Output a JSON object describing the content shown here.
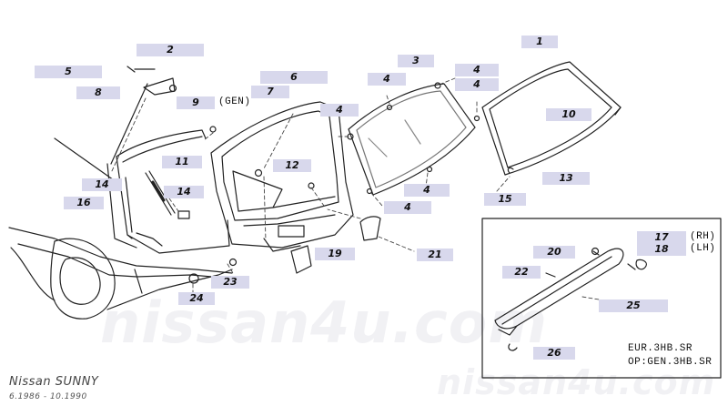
{
  "watermark": "nissan4u.com",
  "vehicle": {
    "model": "Nissan SUNNY",
    "dates": "6.1986 - 10.1990"
  },
  "notes": {
    "gen": "(GEN)",
    "rh": "(RH)",
    "lh": "(LH)",
    "variant_a": "EUR.3HB.SR",
    "variant_b": "OP:GEN.3HB.SR"
  },
  "callouts": [
    {
      "id": "c1",
      "text": "1"
    },
    {
      "id": "c2",
      "text": "2"
    },
    {
      "id": "c3",
      "text": "3"
    },
    {
      "id": "c4a",
      "text": "4"
    },
    {
      "id": "c4b",
      "text": "4"
    },
    {
      "id": "c4c",
      "text": "4"
    },
    {
      "id": "c4d",
      "text": "4"
    },
    {
      "id": "c4e",
      "text": "4"
    },
    {
      "id": "c4f",
      "text": "4"
    },
    {
      "id": "c5",
      "text": "5"
    },
    {
      "id": "c6",
      "text": "6"
    },
    {
      "id": "c7",
      "text": "7"
    },
    {
      "id": "c8",
      "text": "8"
    },
    {
      "id": "c9",
      "text": "9"
    },
    {
      "id": "c10",
      "text": "10"
    },
    {
      "id": "c11",
      "text": "11"
    },
    {
      "id": "c12",
      "text": "12"
    },
    {
      "id": "c13",
      "text": "13"
    },
    {
      "id": "c14a",
      "text": "14"
    },
    {
      "id": "c14b",
      "text": "14"
    },
    {
      "id": "c15",
      "text": "15"
    },
    {
      "id": "c16",
      "text": "16"
    },
    {
      "id": "c17",
      "text": "17"
    },
    {
      "id": "c18",
      "text": "18"
    },
    {
      "id": "c19",
      "text": "19"
    },
    {
      "id": "c20",
      "text": "20"
    },
    {
      "id": "c21",
      "text": "21"
    },
    {
      "id": "c22",
      "text": "22"
    },
    {
      "id": "c23",
      "text": "23"
    },
    {
      "id": "c24",
      "text": "24"
    },
    {
      "id": "c25",
      "text": "25"
    },
    {
      "id": "c26",
      "text": "26"
    }
  ]
}
